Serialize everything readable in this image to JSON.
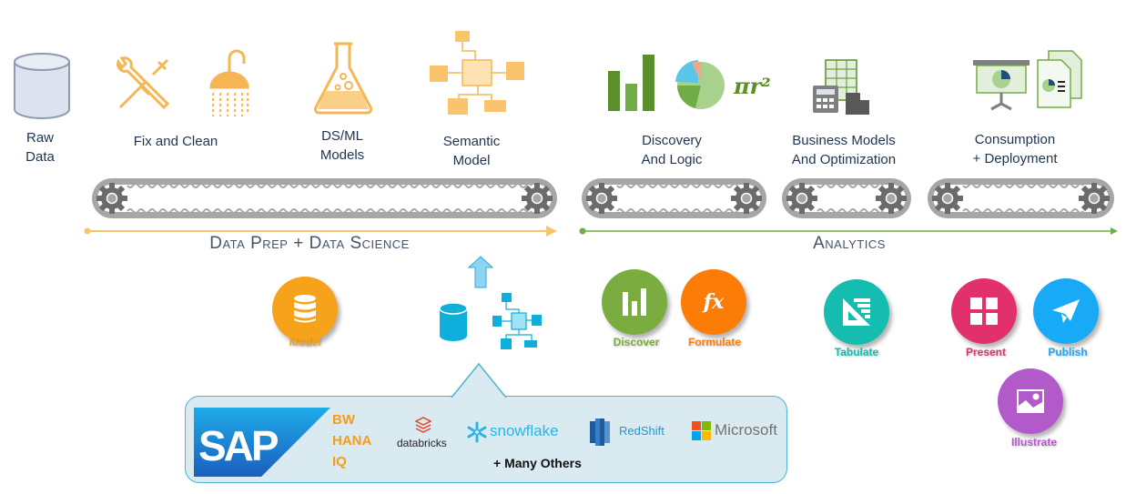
{
  "stages": {
    "raw_data": "Raw\nData",
    "fix_clean": "Fix and Clean",
    "dsml": "DS/ML\nModels",
    "semantic": "Semantic\nModel",
    "discovery": "Discovery\nAnd Logic",
    "business": "Business Models\nAnd Optimization",
    "consumption": "Consumption\n+ Deployment"
  },
  "formula_text": "πr²",
  "sections": {
    "data_prep": "Data Prep + Data Science",
    "analytics": "Analytics"
  },
  "tools": [
    {
      "label": "Model",
      "color": "#f7a21b",
      "icon": "database-icon"
    },
    {
      "label": "Discover",
      "color": "#7aac3f",
      "icon": "bar-chart-icon"
    },
    {
      "label": "Formulate",
      "color": "#fb7d08",
      "icon": "function-icon"
    },
    {
      "label": "Tabulate",
      "color": "#15bcb0",
      "icon": "table-ruler-icon"
    },
    {
      "label": "Present",
      "color": "#e2306a",
      "icon": "grid-icon"
    },
    {
      "label": "Publish",
      "color": "#18a9f7",
      "icon": "paper-plane-icon"
    },
    {
      "label": "Illustrate",
      "color": "#b35acb",
      "icon": "image-icon"
    }
  ],
  "sources": {
    "sap_logo": "SAP",
    "sap_products": [
      "BW",
      "HANA",
      "IQ"
    ],
    "databricks": "databricks",
    "snowflake": "snowflake",
    "redshift": "RedShift",
    "microsoft": "Microsoft",
    "more": "+ Many Others"
  },
  "colors": {
    "prep_accent": "#f9c46b",
    "analytics_accent": "#70ad47",
    "section_text": "#44546a",
    "callout_fill": "#daeaf1",
    "callout_border": "#4bb3d6"
  }
}
